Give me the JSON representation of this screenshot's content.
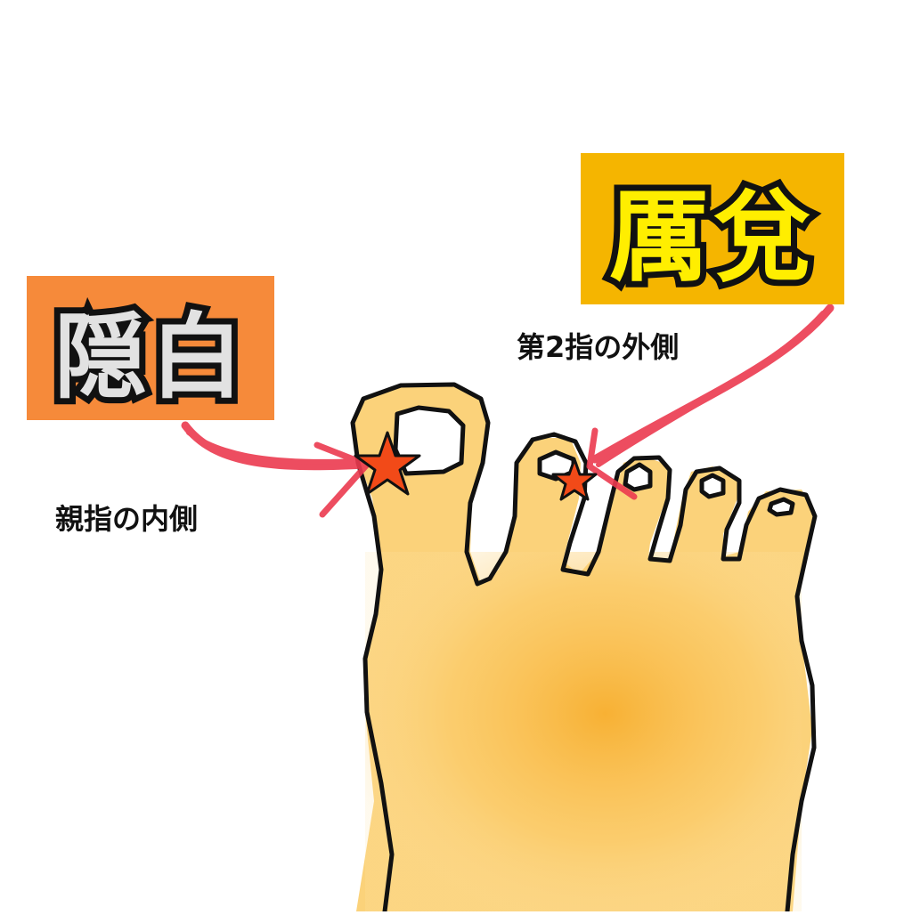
{
  "labels": {
    "inbai": {
      "text": "隠白",
      "bg": "#f68a3a",
      "fg": "#e2e2e2"
    },
    "reida": {
      "text": "厲兌",
      "bg": "#f5b500",
      "fg": "#ffee00"
    }
  },
  "captions": {
    "inbai": "親指の内側",
    "reida": "第2指の外側"
  },
  "colors": {
    "skin": "#fbd27a",
    "skin_shade": "#f7b334",
    "outline": "#111111",
    "arrow": "#ec3a4f",
    "star": "#f24a18"
  },
  "markers": [
    "star-icon",
    "star-icon"
  ]
}
